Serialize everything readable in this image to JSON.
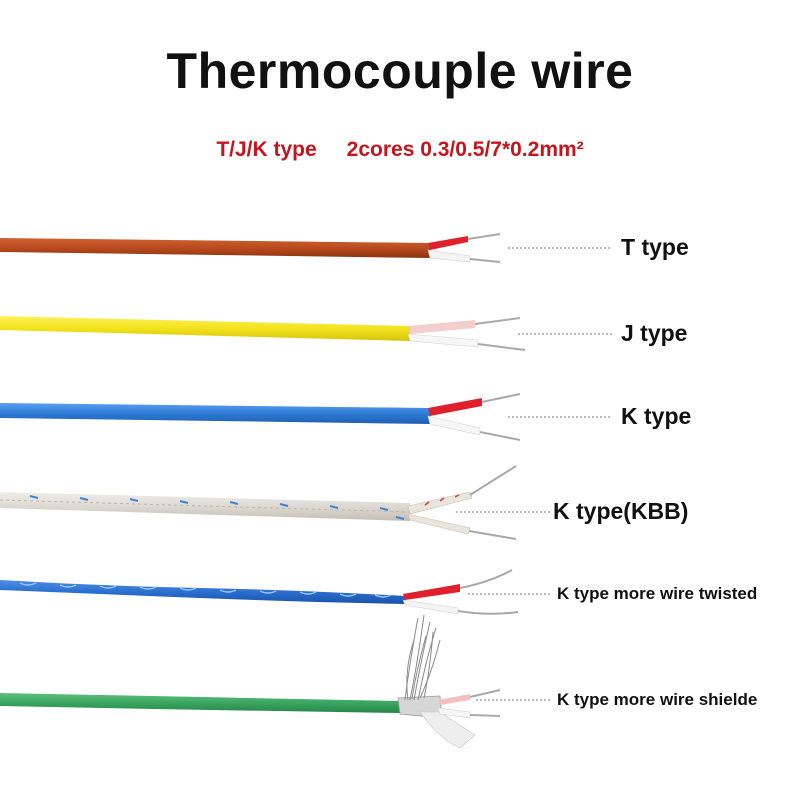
{
  "title": "Thermocouple wire",
  "subtitle": {
    "type_text": "T/J/K type",
    "spec_text": "2cores 0.3/0.5/7*0.2mm²"
  },
  "colors": {
    "title": "#111111",
    "subtitle": "#c8141c",
    "t_jacket": "#b94a1e",
    "j_jacket": "#f2e21c",
    "k_jacket": "#2f7bd6",
    "kbb_jacket": "#ddd9d2",
    "twisted_jacket": "#2a6fd0",
    "shielded_jacket": "#3aa560",
    "red_core": "#e0202a",
    "white_core": "#f4f4f4",
    "metal": "#a9a9a9"
  },
  "wires": [
    {
      "label": "T type"
    },
    {
      "label": "J type"
    },
    {
      "label": "K type"
    },
    {
      "label": "K type(KBB)"
    },
    {
      "label": "K type more wire twisted"
    },
    {
      "label": "K type more wire shielde"
    }
  ]
}
